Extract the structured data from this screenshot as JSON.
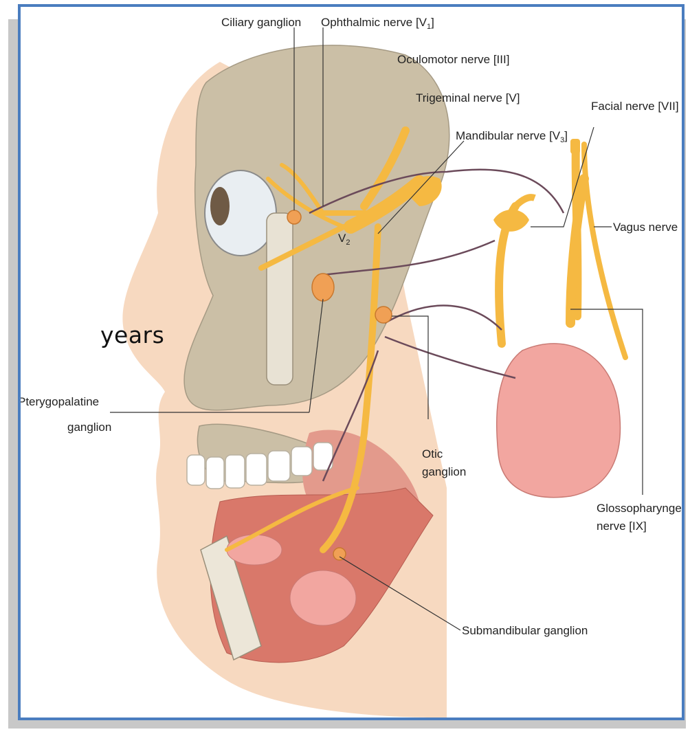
{
  "overlay_text": "years",
  "labels": {
    "ciliary_ganglion": "Ciliary ganglion",
    "ophthalmic_nerve": "Ophthalmic nerve [V",
    "ophthalmic_sub": "1",
    "ophthalmic_close": "]",
    "oculomotor_nerve": "Oculomotor nerve [III]",
    "trigeminal_nerve": "Trigeminal nerve [V]",
    "facial_nerve": "Facial nerve [VII]",
    "mandibular_nerve": "Mandibular nerve [V",
    "mandibular_sub": "3",
    "mandibular_close": "]",
    "vagus_nerve": "Vagus nerve [X]",
    "v2_main": "V",
    "v2_sub": "2",
    "pterygopalatine_1": "Pterygopalatine",
    "pterygopalatine_2": "ganglion",
    "otic_1": "Otic",
    "otic_2": "ganglion",
    "glosso_1": "Glossopharyngeal",
    "glosso_2": "nerve [IX]",
    "submandibular": "Submandibular ganglion"
  },
  "colors": {
    "frame_border": "#4a7dbf",
    "nerve": "#f5b942",
    "ganglion": "#f0a055",
    "skin": "#f7d9c0",
    "bone": "#cbbfa6",
    "gland": "#f2a6a0",
    "muscle": "#d9786a"
  }
}
